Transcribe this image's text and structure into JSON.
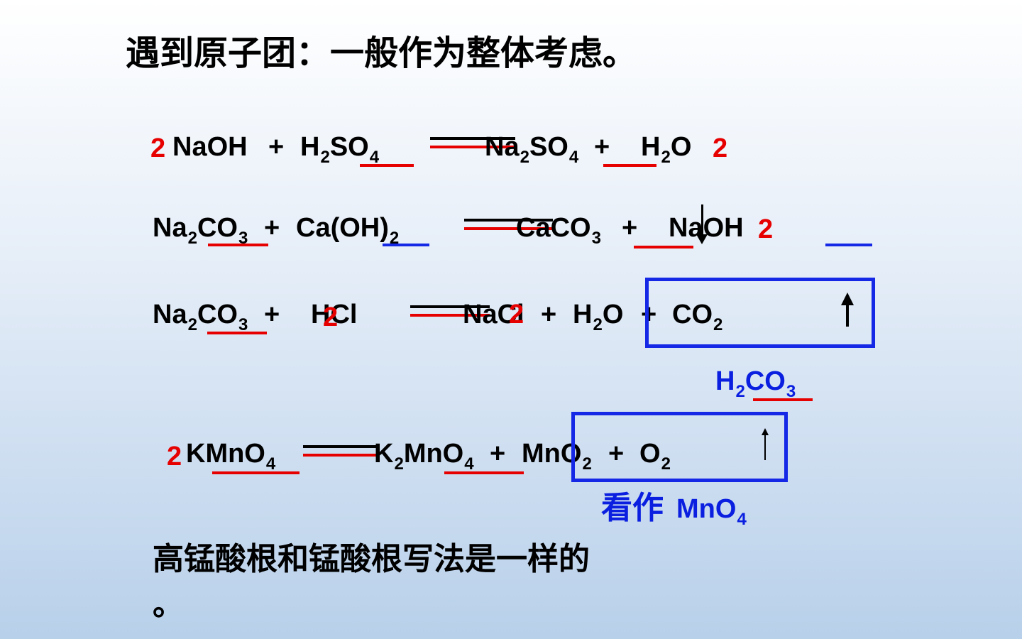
{
  "title": "遇到原子团：一般作为整体考虑。",
  "eq1": {
    "coef_left": "2",
    "r1": "NaOH",
    "plus1": "+",
    "r2_base": "H",
    "r2_sub1": "2",
    "r2_mid": "SO",
    "r2_sub2": "4",
    "p1_base": "Na",
    "p1_sub1": "2",
    "p1_mid": "SO",
    "p1_sub2": "4",
    "plus2": "+",
    "p2_base": "H",
    "p2_sub": "2",
    "p2_end": "O",
    "coef_right": "2"
  },
  "eq2": {
    "r1_base": "Na",
    "r1_sub1": "2",
    "r1_mid": "CO",
    "r1_sub2": "3",
    "plus1": "+",
    "r2": "Ca(OH)",
    "r2_sub": "2",
    "p1_mid": "CaCO",
    "p1_sub": "3",
    "plus2": "+",
    "p2": "NaOH",
    "coef": "2",
    "down_arrow": "↓"
  },
  "eq3": {
    "r1_base": "Na",
    "r1_sub1": "2",
    "r1_mid": "CO",
    "r1_sub2": "3",
    "plus1": "+",
    "r2": "HCl",
    "coef_r2": "2",
    "p1": "NaCl",
    "coef_p1": "2",
    "plus2": "+",
    "p2_base": "H",
    "p2_sub": "2",
    "p2_end": "O",
    "plus3": "+",
    "p3_base": "CO",
    "p3_sub": "2",
    "up_arrow": "↑"
  },
  "h2co3": {
    "base": "H",
    "sub1": "2",
    "mid": "CO",
    "sub2": "3"
  },
  "eq4": {
    "coef": "2",
    "r1": "KMnO",
    "r1_sub": "4",
    "p1_base": "K",
    "p1_sub1": "2",
    "p1_mid": "MnO",
    "p1_sub2": "4",
    "plus1": "+",
    "p2_base": "MnO",
    "p2_sub": "2",
    "plus2": "+",
    "p3_base": "O",
    "p3_sub": "2",
    "up_arrow": "↑"
  },
  "note_blue": {
    "label": "看作",
    "formula": "MnO",
    "sub": "4"
  },
  "note": {
    "line1": "高锰酸根和锰酸根写法是一样的",
    "line2": "。"
  },
  "colors": {
    "red": "#e60000",
    "blue": "#1428e6",
    "black": "#000000"
  }
}
